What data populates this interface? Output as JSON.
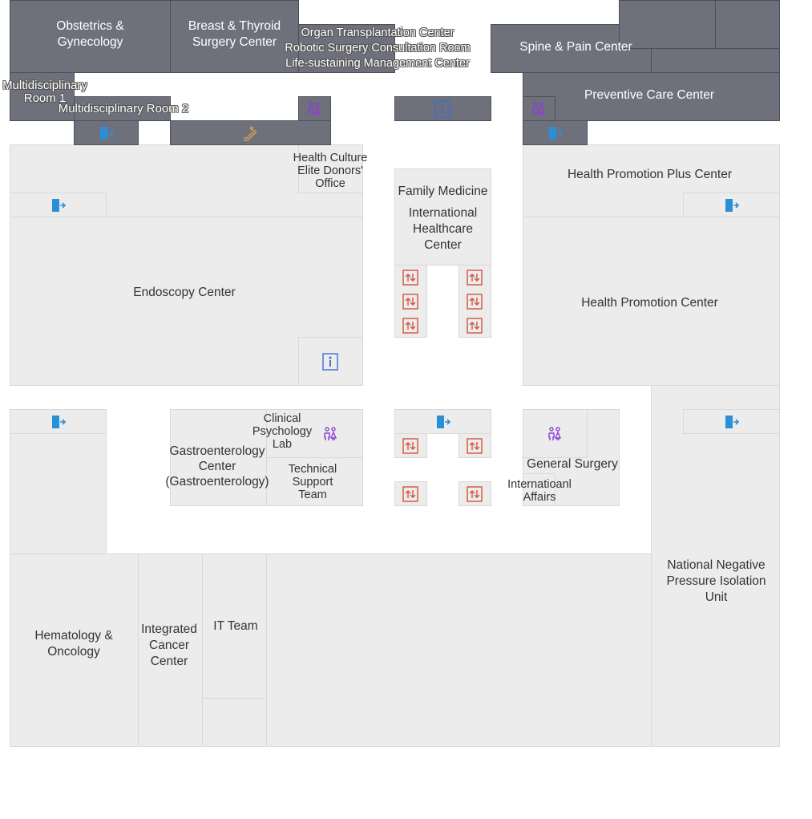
{
  "rooms": {
    "obstetrics": "Obstetrics &\nGynecology",
    "breast_thyroid": "Breast & Thyroid\nSurgery Center",
    "organ_transplant": "Organ Transplantation Center",
    "robotic_surgery": "Robotic Surgery Consultation Room",
    "life_sustaining": "Life-sustaining Management Center",
    "spine_pain": "Spine & Pain Center",
    "multi_room_1": "Multidisciplinary\nRoom 1",
    "multi_room_2": "Multidisciplinary Room 2",
    "preventive_care": "Preventive Care Center",
    "health_culture": "Health Culture\nElite Donors'\nOffice",
    "family_medicine": "Family Medicine",
    "international_healthcare": "International\nHealthcare\nCenter",
    "health_promotion_plus": "Health Promotion Plus Center",
    "endoscopy": "Endoscopy Center",
    "health_promotion": "Health Promotion Center",
    "clinical_psychology": "Clinical\nPsychology\nLab",
    "gastroenterology": "Gastroenterology\nCenter\n(Gastroenterology)",
    "technical_support": "Technical\nSupport\nTeam",
    "general_surgery": "General Surgery",
    "international_affairs": "Internatioanl\nAffairs",
    "national_negative_pressure": "National Negative\nPressure Isolation\nUnit",
    "hematology_oncology": "Hematology &\nOncology",
    "integrated_cancer": "Integrated\nCancer\nCenter",
    "it_team": "IT Team"
  },
  "icons": {
    "exit": "exit-door-icon",
    "restroom": "restroom-icon",
    "elevator": "elevator-icon",
    "escalator": "escalator-icon",
    "information": "information-icon"
  },
  "colors": {
    "room_fill": "#ececec",
    "dark_room_fill": "#6e707c",
    "exit_icon": "#2a8fd6",
    "restroom_icon": "#8a3fd6",
    "elevator_icon": "#d0563b",
    "escalator_icon": "#d4a24a",
    "information_icon": "#3d6fd0"
  }
}
